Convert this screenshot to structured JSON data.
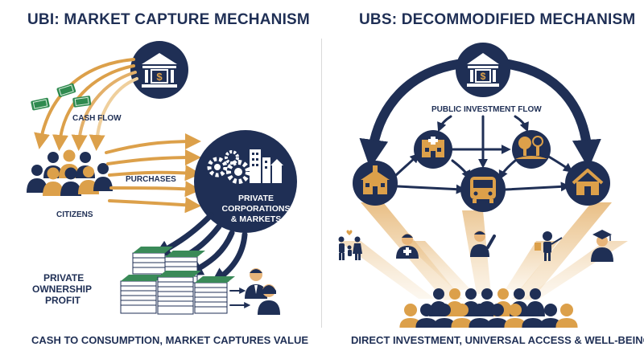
{
  "left": {
    "title": "UBI: MARKET CAPTURE MECHANISM",
    "cash_flow_label": "CASH FLOW",
    "citizens_label": "CITIZENS",
    "purchases_label": "PURCHASES",
    "corporations_label_1": "PRIVATE",
    "corporations_label_2": "CORPORATIONS",
    "corporations_label_3": "& MARKETS",
    "profit_label_1": "PRIVATE",
    "profit_label_2": "OWNERSHIP",
    "profit_label_3": "PROFIT",
    "caption": "CASH TO CONSUMPTION, MARKET CAPTURES VALUE"
  },
  "right": {
    "title": "UBS: DECOMMODIFIED MECHANISM",
    "flow_label": "PUBLIC INVESTMENT FLOW",
    "caption": "DIRECT INVESTMENT, UNIVERSAL ACCESS & WELL-BEING"
  },
  "icons": {
    "bank": "bank-icon",
    "hospital": "hospital-icon",
    "park": "park-tree-icon",
    "school": "school-icon",
    "bus": "bus-icon",
    "house": "house-icon",
    "family": "family-icon",
    "doctor": "doctor-icon",
    "worker": "worker-icon",
    "teacher": "teacher-icon",
    "graduate": "graduate-icon",
    "money": "money-bill-icon",
    "gears": "gears-icon",
    "buildings": "buildings-icon",
    "people": "people-crowd-icon",
    "executive": "executive-icon"
  },
  "colors": {
    "navy": "#1f2f55",
    "gold": "#dca04a",
    "light_gold": "#f1d3a1"
  }
}
